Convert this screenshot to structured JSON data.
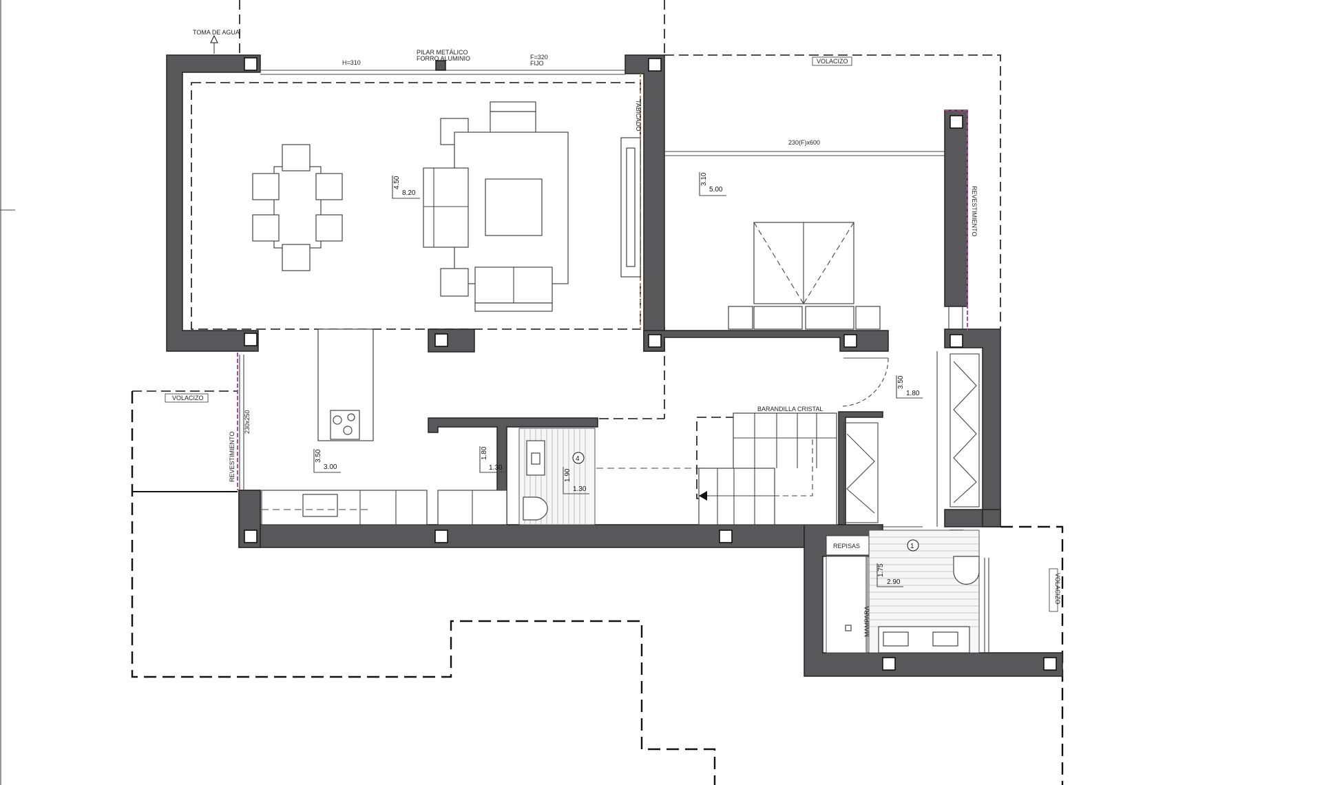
{
  "labels": {
    "toma_agua": "TOMA DE AGUA",
    "pilar_line1": "PILAR METÁLICO",
    "pilar_line2": "FORRO ALUMINIO",
    "h_label": "H=310",
    "fijo_line1": "F=320",
    "fijo_line2": "FIJO",
    "volacizo_top": "VOLACIZO",
    "volacizo_left": "VOLACIZO",
    "volacizo_right": "VOLACIZO",
    "window_bedroom": "230(F)x600",
    "revestimiento_right": "REVESTIMIENTO",
    "revestimiento_left": "REVESTIMIENTO",
    "window_left": "230x250",
    "barandilla": "BARANDILLA CRISTAL",
    "repisas": "REPISAS",
    "mampara": "MAMPARA",
    "tabicado": "TABICADO"
  },
  "dimensions": {
    "living_h": "4.50",
    "living_w": "8.20",
    "bed_h": "3.10",
    "bed_w": "5.00",
    "kitchen_h": "3.50",
    "kitchen_w": "3.00",
    "pantry_h": "1.80",
    "pantry_w": "1.30",
    "wc_h": "1.90",
    "wc_w": "1.30",
    "hall_h": "3.50",
    "hall_w": "1.80",
    "bath_h": "1.75",
    "bath_w": "2.90"
  },
  "room_markers": {
    "wc": "4",
    "bath": "1"
  }
}
